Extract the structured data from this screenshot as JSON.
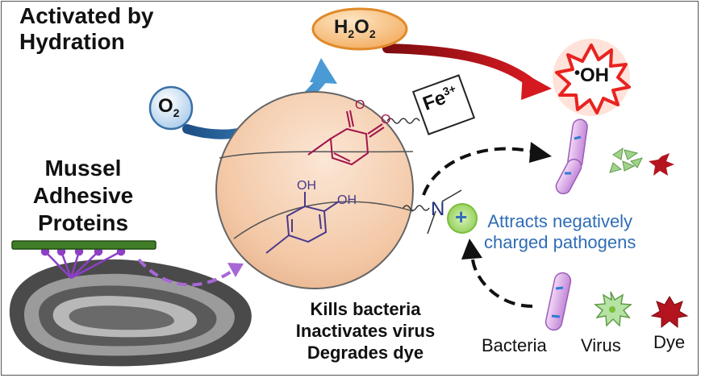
{
  "headings": {
    "activated": [
      "Activated by",
      "Hydration"
    ],
    "mussel": [
      "Mussel",
      "Adhesive",
      "Proteins"
    ]
  },
  "species": {
    "o2": {
      "base": "O",
      "sub": "2"
    },
    "h2o2": {
      "a": "H",
      "sub1": "2",
      "b": "O",
      "sub2": "2"
    },
    "fe": {
      "base": "Fe",
      "sup": "3+"
    },
    "oh": {
      "dot": "•",
      "base": "OH"
    },
    "n": "N",
    "plus": "+"
  },
  "molecule_labels": {
    "oh_top": "OH",
    "oh_side": "OH",
    "o_top": "O",
    "o_side": "O"
  },
  "attracts": [
    "Attracts negatively",
    "charged pathogens"
  ],
  "effects": [
    "Kills bacteria",
    "Inactivates virus",
    "Degrades dye"
  ],
  "pathogens": {
    "bacteria": "Bacteria",
    "virus": "Virus",
    "dye": "Dye"
  },
  "colors": {
    "o2_fill": "#cfe3f5",
    "h2o2_fill": "#f7c98a",
    "oh_burst": "#e8231f",
    "sphere": "#f6d3b8",
    "blue_arrow": "#3a86c4",
    "red_arrow": "#b8151b",
    "purple": "#a867d6",
    "green": "#7bbf3a",
    "blue_text": "#2f6db5"
  }
}
